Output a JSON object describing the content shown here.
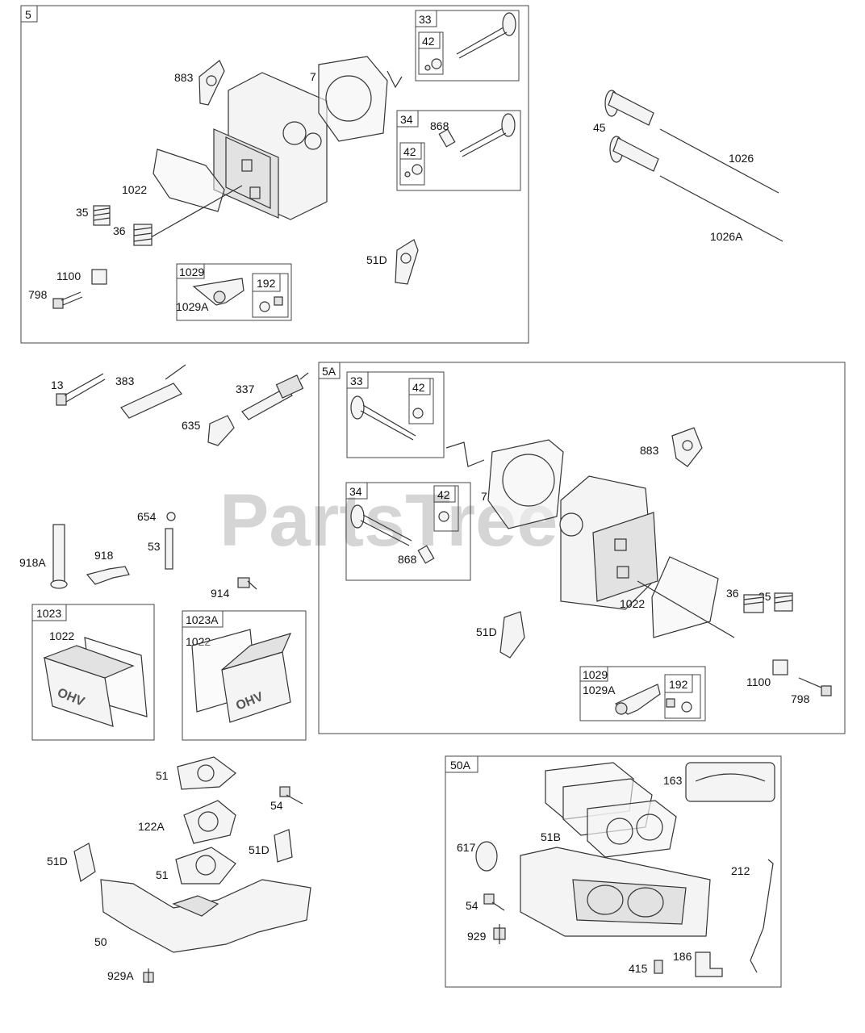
{
  "watermark": "PartsTree",
  "groups": {
    "g5": "5",
    "g33a": "33",
    "g42a": "42",
    "g34a": "34",
    "g42b": "42",
    "g1029a": "1029",
    "g192a": "192",
    "g5A": "5A",
    "g33b": "33",
    "g42c": "42",
    "g34b": "34",
    "g42d": "42",
    "g1029b": "1029",
    "g192b": "192",
    "g1023": "1023",
    "g1023A": "1023A",
    "g50A": "50A"
  },
  "labels": {
    "a883": "883",
    "a7": "7",
    "a868": "868",
    "a1022": "1022",
    "a35": "35",
    "a36": "36",
    "a1100": "1100",
    "a798": "798",
    "a1029A": "1029A",
    "a51D": "51D",
    "a45": "45",
    "a1026": "1026",
    "a1026A": "1026A",
    "a13": "13",
    "a383": "383",
    "a337": "337",
    "a635": "635",
    "a654": "654",
    "a53": "53",
    "a918A": "918A",
    "a918": "918",
    "a914": "914",
    "b1022": "1022",
    "c1022": "1022",
    "b883": "883",
    "b7": "7",
    "b868": "868",
    "b51D": "51D",
    "b1022x": "1022",
    "b35": "35",
    "b36": "36",
    "b1100": "1100",
    "b798": "798",
    "b1029A": "1029A",
    "m51": "51",
    "m54": "54",
    "m122A": "122A",
    "m51b": "51",
    "m51D": "51D",
    "m51D2": "51D",
    "m50": "50",
    "m929A": "929A",
    "n163": "163",
    "n51B": "51B",
    "n617": "617",
    "n212": "212",
    "n54": "54",
    "n929": "929",
    "n186": "186",
    "n415": "415"
  },
  "cover_text": "OHV"
}
